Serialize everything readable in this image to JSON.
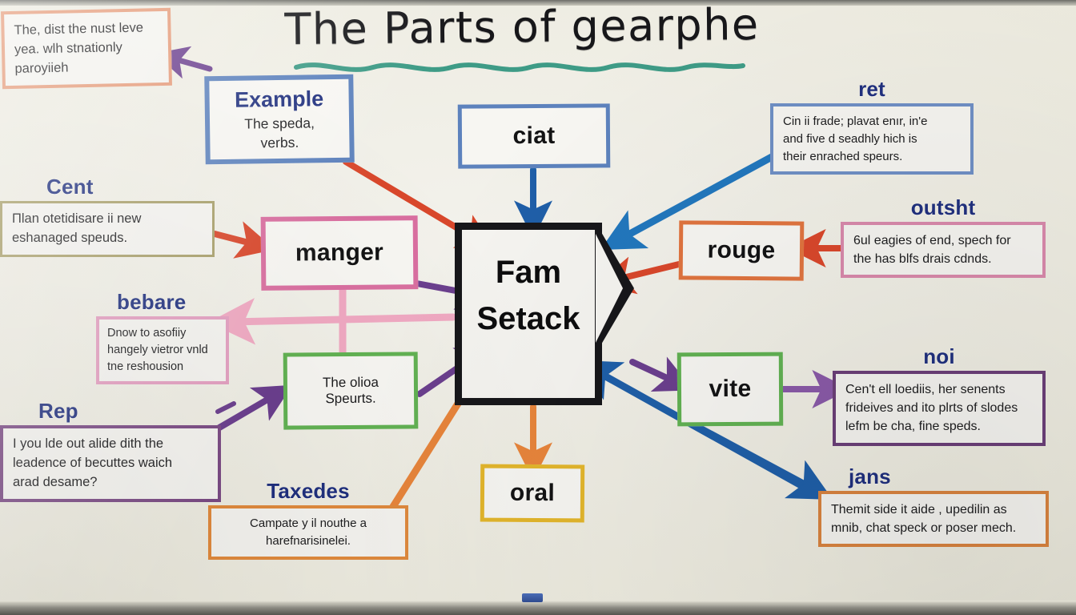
{
  "board": {
    "title": "The Parts of gearphe",
    "underline_color": "#3e9b86",
    "corner_mark": ""
  },
  "central": {
    "line1": "Fam",
    "line2": "Setack",
    "border_color": "#17171a"
  },
  "nodes": [
    {
      "label": "ciat",
      "border_color": "#5d82bd"
    },
    {
      "label": "manger",
      "border_color": "#d96fa0"
    },
    {
      "label": "rouge",
      "border_color": "#e0743f"
    },
    {
      "label": "vite",
      "border_color": "#62b253"
    },
    {
      "label": "oral",
      "border_color": "#e3b62c"
    }
  ],
  "green_note": {
    "line1": "The olioa",
    "line2": "Speurts.",
    "border_color": "#62b253"
  },
  "example": {
    "heading": "Example",
    "line1": "The speda,",
    "line2": "verbs.",
    "border_color": "#5d82bd",
    "heading_color": "#20307e"
  },
  "cards": [
    {
      "key": "top_left",
      "heading": "",
      "body": "The, dist the nust leve\nyea. wlh stnationly\nparoyiieh",
      "border_color": "#e59a78"
    },
    {
      "key": "cent",
      "heading": "Cent",
      "body": "Пlan otetidisare ii new\neshanaged speuds.",
      "border_color": "#a9a06b"
    },
    {
      "key": "bebare",
      "heading": "bebare",
      "body": "Dnow to asofiiy\nhangely vietror vnld\ntne reshousion",
      "border_color": "#e39fc0"
    },
    {
      "key": "rep",
      "heading": "Rep",
      "body": "I you lde out alide dith the\nleadence of becuttes waich\narad desame?",
      "border_color": "#7b4b84"
    },
    {
      "key": "taxedes",
      "heading": "Taxedes",
      "body": "Campate y il nouthe a\nharefnarisinelei.",
      "border_color": "#e08a3d"
    },
    {
      "key": "ret",
      "heading": "ret",
      "body": "Cin ii frade; plavat enır, in'e\nand five d seadhly hich is\ntheir enrached speurs.",
      "border_color": "#6f8fc4"
    },
    {
      "key": "outsht",
      "heading": "outsht",
      "body": "6ul eagies of end, spech for\nthe has blfs drais cdnds.",
      "border_color": "#d889ab"
    },
    {
      "key": "noi",
      "heading": "noi",
      "body": "Cen't ell loediis, her senents\nfrideives and ito plrts of slodes\nlefm be cha, fine speds.",
      "border_color": "#6b3f78"
    },
    {
      "key": "jans",
      "heading": "jans",
      "body": "Themit side it aide , upedilin as\nmnib, chat speck or poser mech.",
      "border_color": "#d9833f"
    }
  ],
  "arrow_colors": {
    "red": "#d9472b",
    "blue_dark": "#1f5fa8",
    "blue_mid": "#2277bd",
    "purple": "#6b3f8e",
    "purple_light": "#8a5aa8",
    "pink": "#f0a9c2",
    "orange": "#e8853b"
  }
}
